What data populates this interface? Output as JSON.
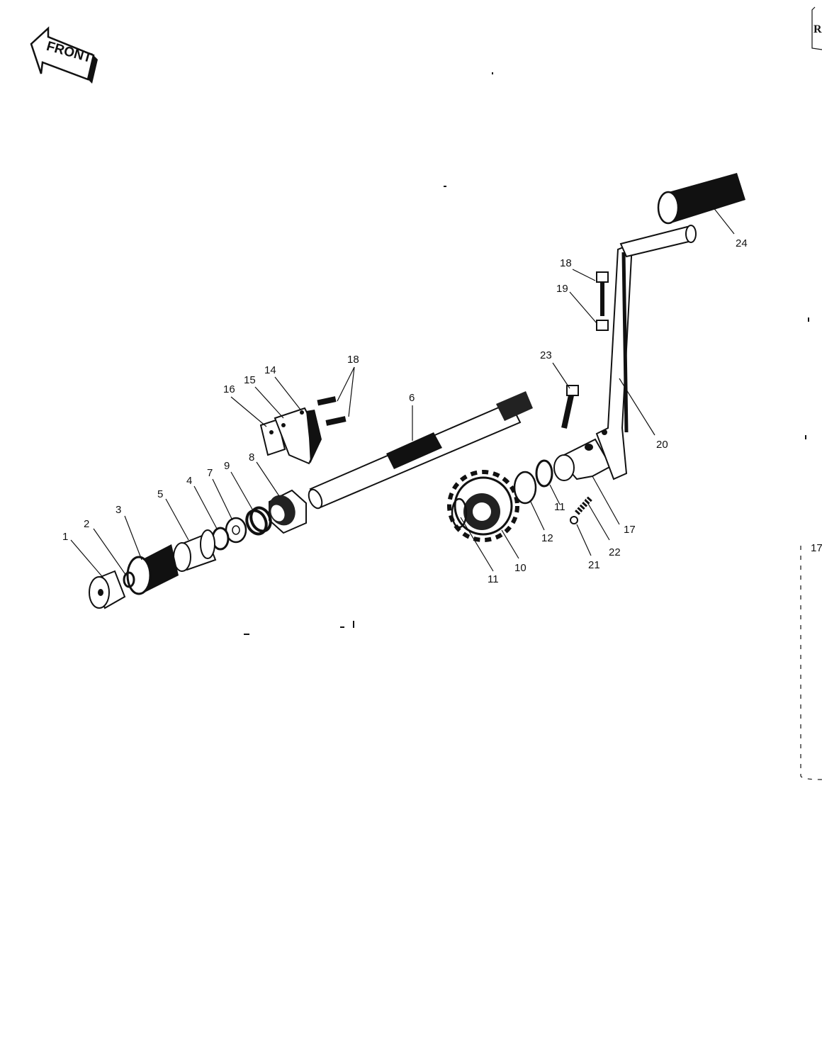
{
  "front_arrow": {
    "label": "FRONT"
  },
  "callouts": {
    "n1": "1",
    "n2": "2",
    "n3": "3",
    "n4": "4",
    "n5": "5",
    "n6": "6",
    "n7": "7",
    "n8": "8",
    "n9": "9",
    "n10": "10",
    "n11a": "11",
    "n11b": "11",
    "n12": "12",
    "n14": "14",
    "n15": "15",
    "n16": "16",
    "n17": "17",
    "n18a": "18",
    "n18b": "18",
    "n19": "19",
    "n20": "20",
    "n21": "21",
    "n22": "22",
    "n23": "23",
    "n24": "24"
  },
  "edge_fragments": {
    "top": "R",
    "side": "17"
  },
  "colors": {
    "ink": "#111111",
    "paper": "#ffffff"
  }
}
